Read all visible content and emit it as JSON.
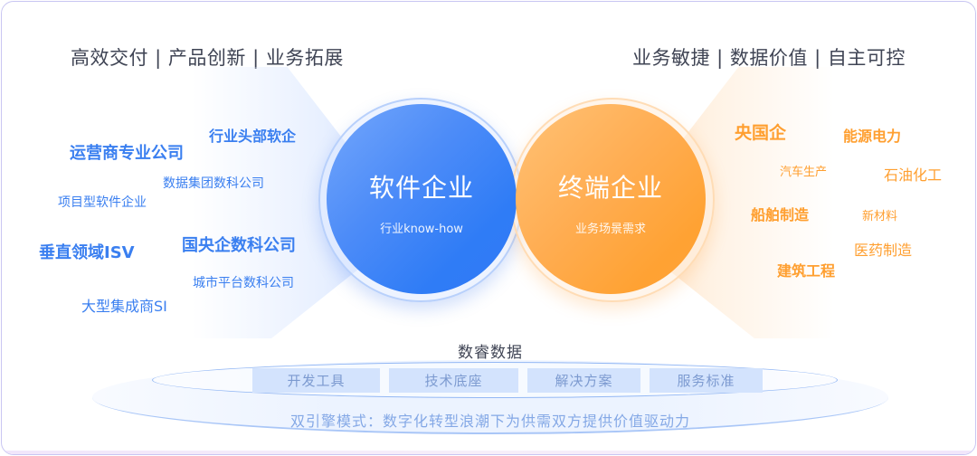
{
  "left_headline": "高效交付 | 产品创新 | 业务拓展",
  "right_headline": "业务敏捷 | 数据价值 | 自主可控",
  "left_circle": {
    "title": "软件企业",
    "subtitle": "行业know-how"
  },
  "right_circle": {
    "title": "终端企业",
    "subtitle": "业务场景需求"
  },
  "left_tags": [
    {
      "label": "行业头部软企",
      "weight": "bold"
    },
    {
      "label": "运营商专业公司",
      "weight": "bold"
    },
    {
      "label": "数据集团数科公司",
      "weight": "normal"
    },
    {
      "label": "项目型软件企业",
      "weight": "normal"
    },
    {
      "label": "垂直领域ISV",
      "weight": "bold"
    },
    {
      "label": "国央企数科公司",
      "weight": "bold"
    },
    {
      "label": "城市平台数科公司",
      "weight": "normal"
    },
    {
      "label": "大型集成商SI",
      "weight": "normal"
    }
  ],
  "right_tags": [
    {
      "label": "央国企",
      "weight": "bold"
    },
    {
      "label": "能源电力",
      "weight": "bold"
    },
    {
      "label": "汽车生产",
      "weight": "normal"
    },
    {
      "label": "石油化工",
      "weight": "normal"
    },
    {
      "label": "船舶制造",
      "weight": "bold"
    },
    {
      "label": "新材料",
      "weight": "normal"
    },
    {
      "label": "医药制造",
      "weight": "normal"
    },
    {
      "label": "建筑工程",
      "weight": "bold"
    }
  ],
  "platform": {
    "title": "数睿数据",
    "pills": [
      "开发工具",
      "技术底座",
      "解决方案",
      "服务标准"
    ],
    "slogan": "双引擎模式：数字化转型浪潮下为供需双方提供价值驱动力"
  },
  "colors": {
    "blue_accent": "#3a7ff0",
    "orange_accent": "#ff9f30",
    "headline_text": "#3f4454",
    "pill_bg": "#d3e3fd",
    "pill_text": "#7c9ad0",
    "slogan_text": "#84a8e6",
    "card_border": "#c9c6f2"
  }
}
